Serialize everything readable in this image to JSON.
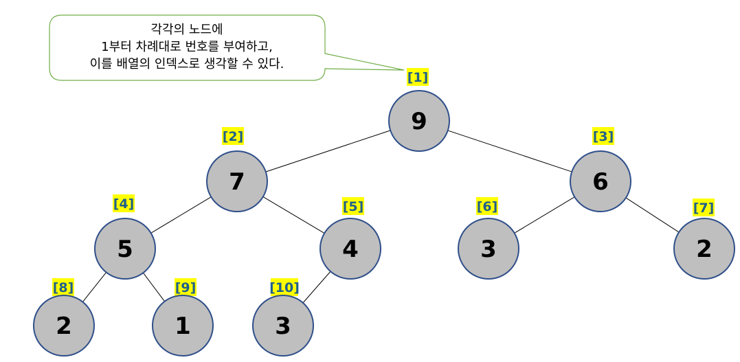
{
  "callout": {
    "lines": [
      "각각의 노드에",
      "1부터 차례대로 번호를 부여하고,",
      "이를 배열의 인덱스로 생각할 수 있다."
    ]
  },
  "colors": {
    "node_fill": "#bfbfbf",
    "node_stroke": "#2f4f8a",
    "edge": "#000000",
    "index_text": "#1f5f8b",
    "index_highlight": "#ffff00",
    "callout_border": "#70ad47",
    "callout_fill": "#ffffff"
  },
  "nodes": [
    {
      "index": 1,
      "label": "[1]",
      "value": "9"
    },
    {
      "index": 2,
      "label": "[2]",
      "value": "7"
    },
    {
      "index": 3,
      "label": "[3]",
      "value": "6"
    },
    {
      "index": 4,
      "label": "[4]",
      "value": "5"
    },
    {
      "index": 5,
      "label": "[5]",
      "value": "4"
    },
    {
      "index": 6,
      "label": "[6]",
      "value": "3"
    },
    {
      "index": 7,
      "label": "[7]",
      "value": "2"
    },
    {
      "index": 8,
      "label": "[8]",
      "value": "2"
    },
    {
      "index": 9,
      "label": "[9]",
      "value": "1"
    },
    {
      "index": 10,
      "label": "[10]",
      "value": "3"
    }
  ],
  "edges": [
    [
      1,
      2
    ],
    [
      1,
      3
    ],
    [
      2,
      4
    ],
    [
      2,
      5
    ],
    [
      3,
      6
    ],
    [
      3,
      7
    ],
    [
      4,
      8
    ],
    [
      4,
      9
    ],
    [
      5,
      10
    ]
  ]
}
